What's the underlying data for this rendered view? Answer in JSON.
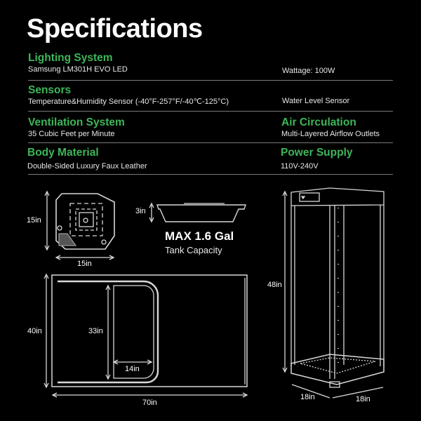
{
  "title": "Specifications",
  "specs": {
    "lighting": {
      "heading": "Lighting System",
      "value": "Samsung LM301H EVO LED",
      "extra": "Wattage: 100W"
    },
    "sensors": {
      "heading": "Sensors",
      "value": "Temperature&Humidity Sensor (-40°F-257°F/-40℃-125°C)",
      "extra": "Water Level Sensor"
    },
    "ventilation": {
      "heading": "Ventilation System",
      "value": "35 Cubic Feet per Minute"
    },
    "air_circulation": {
      "heading": "Air Circulation",
      "value": "Multi-Layered Airflow Outlets"
    },
    "body_material": {
      "heading": "Body Material",
      "value": "Double-Sided Luxury Faux Leather"
    },
    "power_supply": {
      "heading": "Power Supply",
      "value": "110V-240V"
    }
  },
  "diagrams": {
    "tray_top": {
      "height": "15in",
      "width": "15in"
    },
    "tank": {
      "height": "3in",
      "capacity": "MAX 1.6 Gal",
      "capacity_label": "Tank Capacity"
    },
    "footprint": {
      "height": "40in",
      "width": "70in",
      "door_height": "33in",
      "door_width": "14in"
    },
    "cabinet": {
      "height": "48in",
      "depth": "18in",
      "width": "18in"
    }
  },
  "colors": {
    "accent": "#3db65a",
    "background": "#000000",
    "text": "#ffffff",
    "divider": "#7a7a7a"
  }
}
